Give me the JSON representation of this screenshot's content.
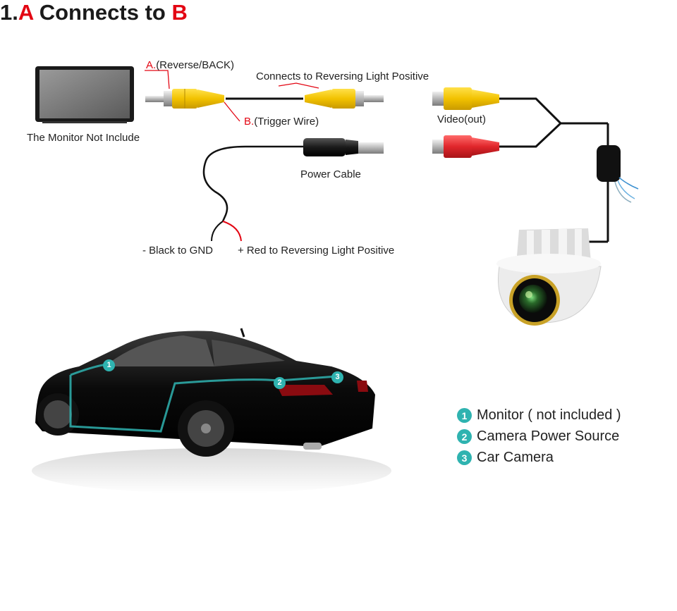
{
  "title": {
    "prefix": "1.",
    "a": "A",
    "middle": " Connects to ",
    "b": "B"
  },
  "labels": {
    "monitor_caption": "The Monitor Not Include",
    "reverse_prefix": "A.",
    "reverse_text": "(Reverse/BACK)",
    "connects_text": "Connects to Reversing Light Positive",
    "trigger_prefix": "B.",
    "trigger_text": "(Trigger Wire)",
    "video_out": "Video(out)",
    "power_cable": "Power Cable",
    "black_gnd": "- Black to GND",
    "red_positive": "+ Red to Reversing Light Positive"
  },
  "car_markers": [
    "1",
    "2",
    "3"
  ],
  "legend": [
    {
      "num": "1",
      "text": "Monitor ( not included )"
    },
    {
      "num": "2",
      "text": "Camera Power Source"
    },
    {
      "num": "3",
      "text": "Car Camera"
    }
  ],
  "colors": {
    "accent_red": "#e30613",
    "teal": "#2fb3b0",
    "rca_yellow": "#f2c200",
    "rca_red": "#e0262b",
    "cable": "#111111"
  }
}
